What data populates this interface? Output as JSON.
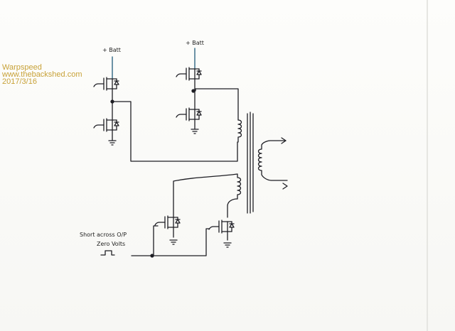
{
  "watermark": {
    "name": "Warpspeed",
    "site": "www.thebackshed.com",
    "date": "2017/3/16",
    "color": "#c8a238"
  },
  "labels": {
    "batt_left": "+ Batt",
    "batt_right": "+ Batt",
    "note_line_1": "Short across O/P",
    "note_line_2": "Zero Volts"
  },
  "colors": {
    "ink": "#1e1e24",
    "paper": "#fbfbf9"
  }
}
